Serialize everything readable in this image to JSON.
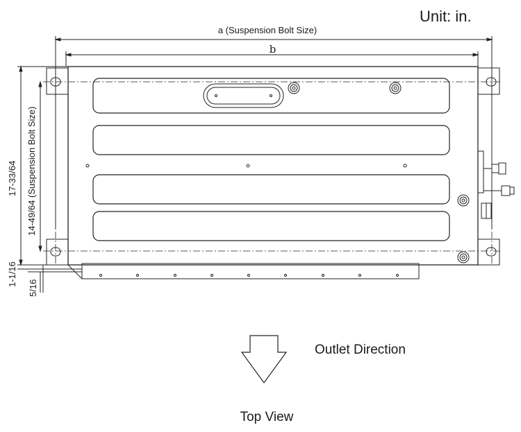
{
  "unit_label": "Unit: in.",
  "dimensions": {
    "a": "a (Suspension Bolt Size)",
    "b": "b",
    "height_total": "17-33/64",
    "height_bolt": "14-49/64 (Suspension Bolt Size)",
    "bottom_offset": "1-1/16",
    "bottom_small": "5/16"
  },
  "outlet_direction": "Outlet Direction",
  "view_title": "Top View"
}
